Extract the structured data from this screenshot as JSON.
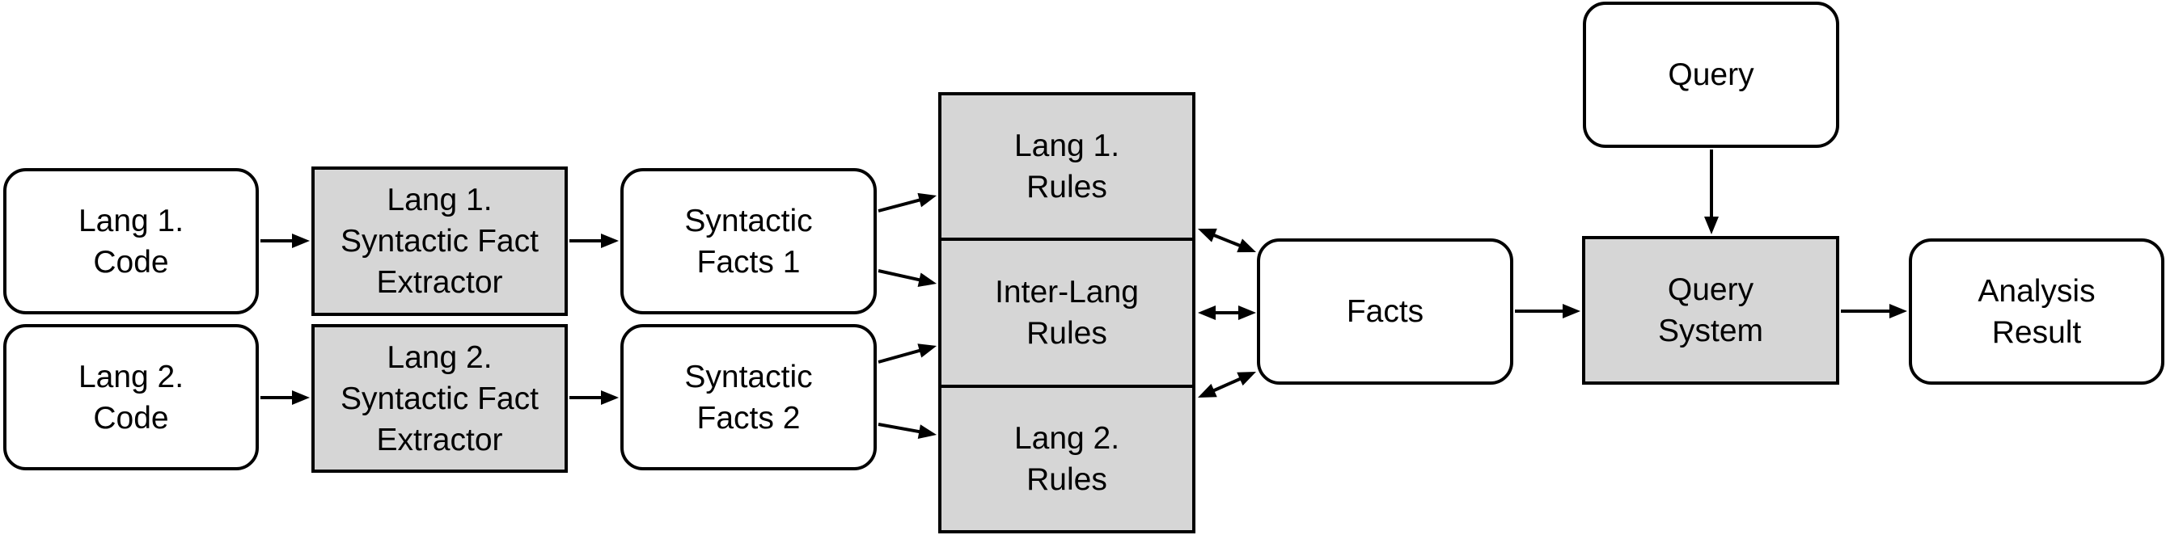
{
  "nodes": {
    "lang1_code": "Lang 1.\nCode",
    "lang2_code": "Lang 2.\nCode",
    "lang1_extractor": "Lang 1.\nSyntactic Fact\nExtractor",
    "lang2_extractor": "Lang 2.\nSyntactic Fact\nExtractor",
    "syntactic_facts_1": "Syntactic\nFacts 1",
    "syntactic_facts_2": "Syntactic\nFacts 2",
    "lang1_rules": "Lang 1.\nRules",
    "inter_lang_rules": "Inter-Lang\nRules",
    "lang2_rules": "Lang 2.\nRules",
    "facts": "Facts",
    "query": "Query",
    "query_system": "Query\nSystem",
    "analysis_result": "Analysis\nResult"
  },
  "colors": {
    "process_fill": "#d6d6d6",
    "data_fill": "#ffffff",
    "stroke": "#000000"
  }
}
